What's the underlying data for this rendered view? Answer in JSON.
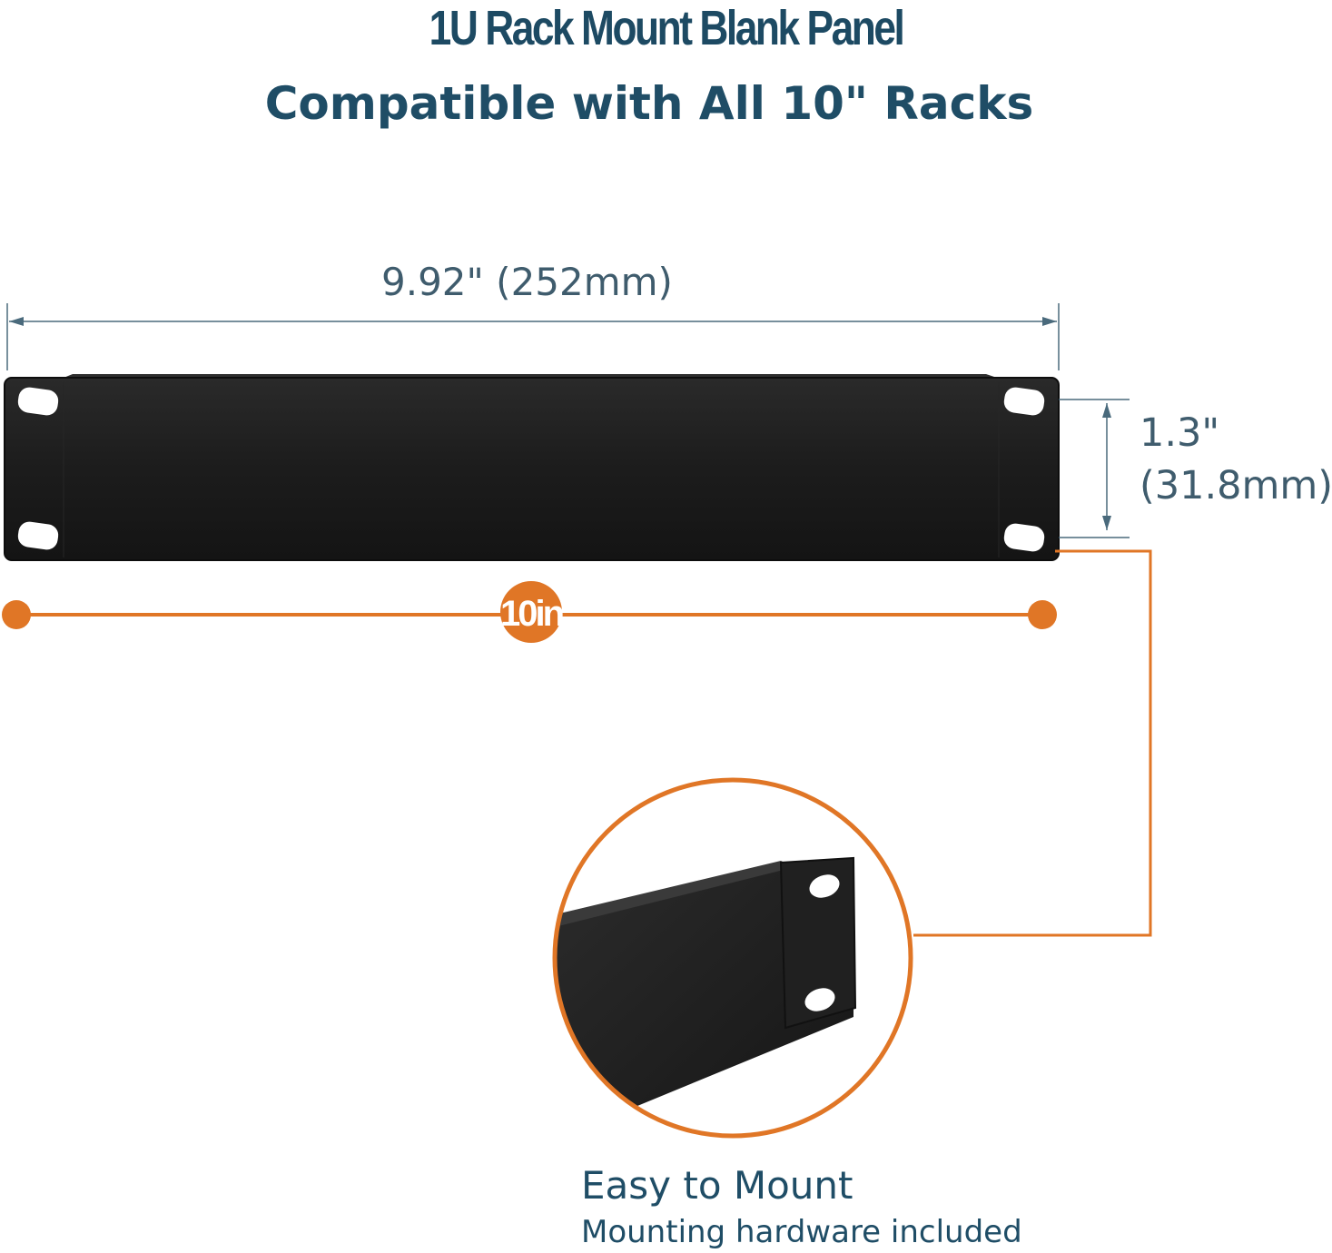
{
  "header": {
    "title": "1U Rack Mount Blank Panel",
    "subtitle": "Compatible with All 10\" Racks"
  },
  "dimensions": {
    "width_label": "9.92\" (252mm)",
    "height_label_line1": "1.3\"",
    "height_label_line2": "(31.8mm)",
    "rack_size_badge": "10in"
  },
  "feature": {
    "title": "Easy to Mount",
    "subtitle": "Mounting hardware included"
  },
  "colors": {
    "heading": "#1d4a63",
    "accent_orange": "#e07626",
    "panel_black": "#1b1b1b",
    "dimension_line": "#4a6a7c"
  }
}
